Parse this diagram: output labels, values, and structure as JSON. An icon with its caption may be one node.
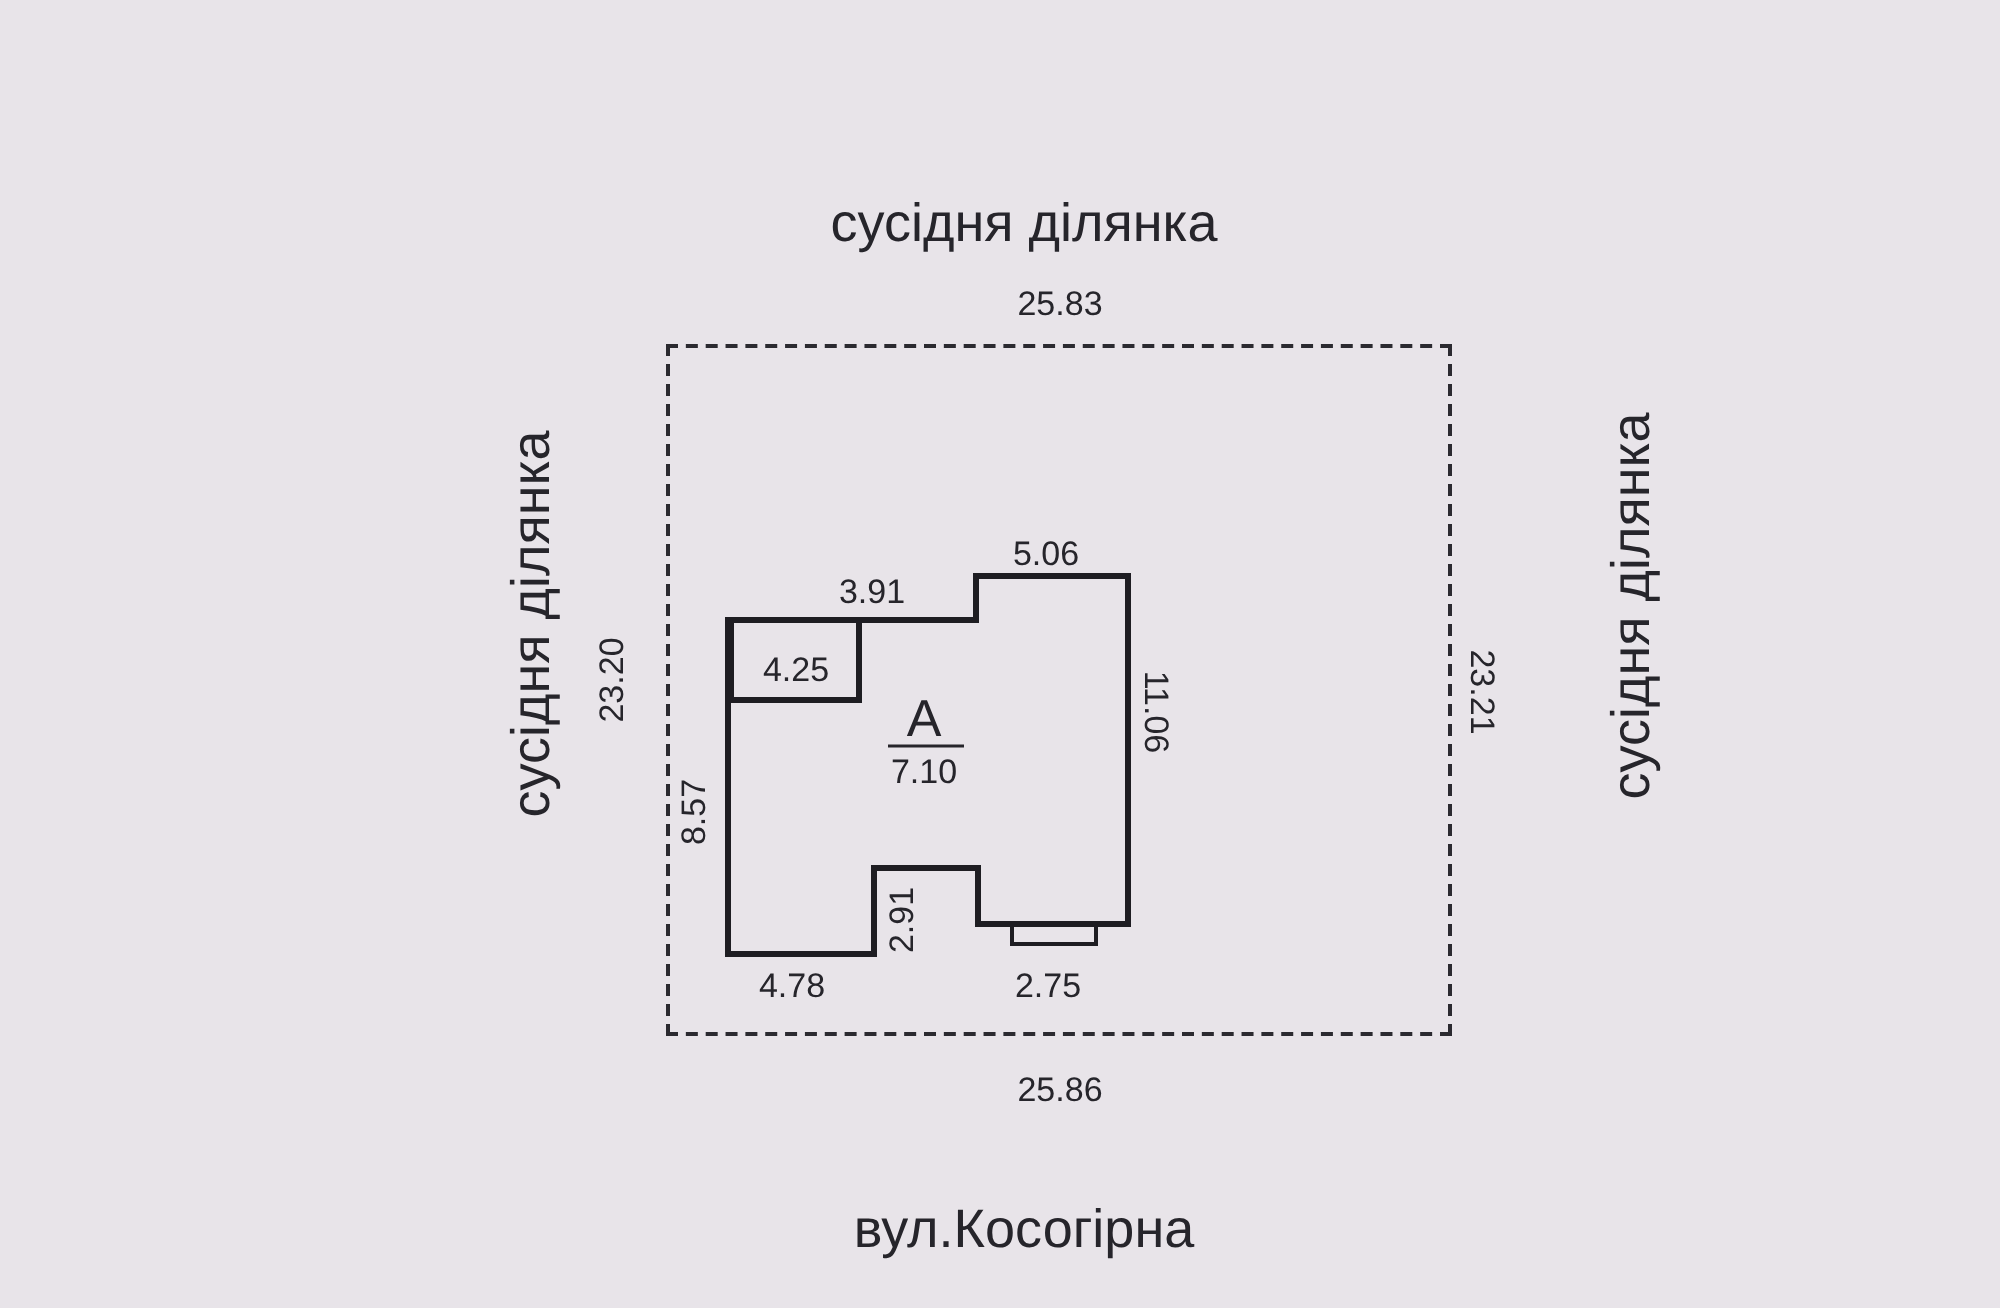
{
  "diagram": {
    "nodes": [
      {
        "text": [],
        "shape": "box"
      },
      {
        "text": [
          "А",
          "7.10"
        ],
        "in": 0
      }
    ],
    "edges": [],
    "labels": [
      "сусідня ділянка",
      "25.83",
      "сусідня ділянка",
      "23.20",
      "5.06",
      "3.91",
      "4.25",
      "11.06",
      "23.21",
      "сусідня ділянка",
      "8.57",
      "2.91",
      "4.78",
      "2.75",
      "25.86",
      "вул.Косогірна"
    ]
  }
}
